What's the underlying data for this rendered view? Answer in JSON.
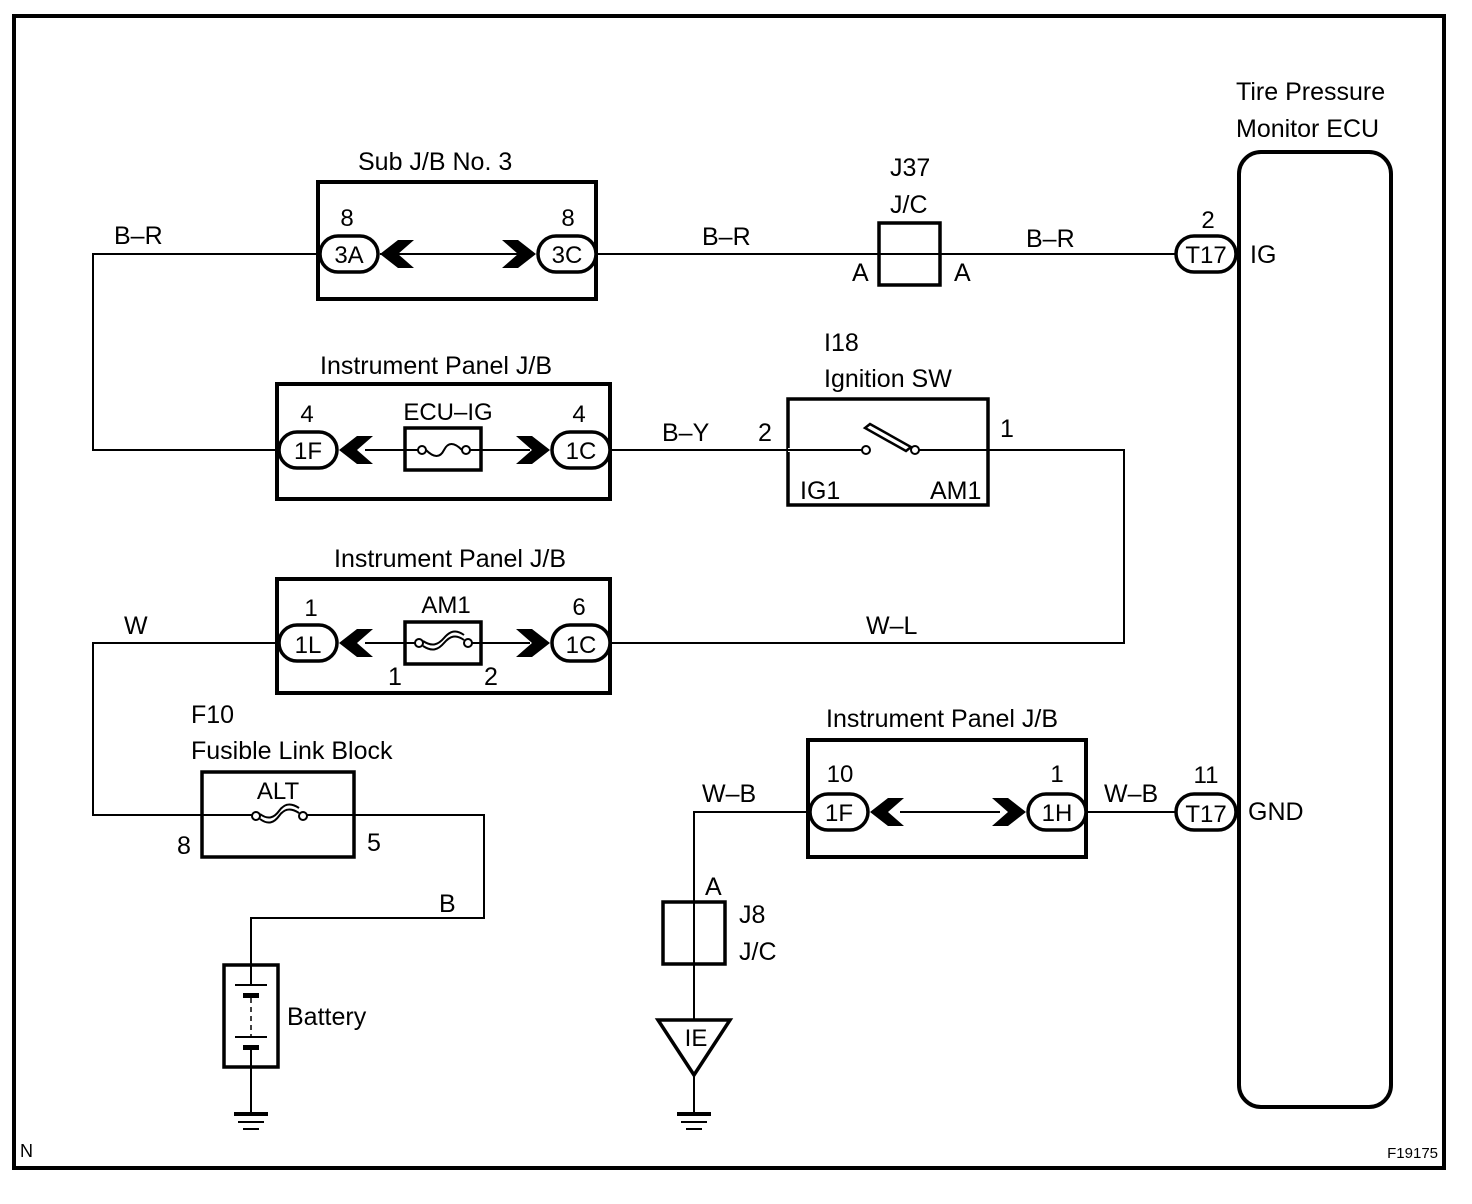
{
  "figure_id": "F19175",
  "corner_mark": "N",
  "components": {
    "sub_jb_3": {
      "title": "Sub J/B No. 3",
      "left": {
        "connector": "3A",
        "pin": "8"
      },
      "right": {
        "connector": "3C",
        "pin": "8"
      }
    },
    "j37": {
      "id": "J37",
      "type": "J/C",
      "left_pin": "A",
      "right_pin": "A"
    },
    "ecu": {
      "title_line1": "Tire Pressure",
      "title_line2": "Monitor ECU",
      "ig": {
        "connector": "T17",
        "pin": "2",
        "label": "IG"
      },
      "gnd": {
        "connector": "T17",
        "pin": "11",
        "label": "GND"
      }
    },
    "ipjb_ecu_ig": {
      "title": "Instrument Panel J/B",
      "fuse": "ECU–IG",
      "left": {
        "connector": "1F",
        "pin": "4"
      },
      "right": {
        "connector": "1C",
        "pin": "4"
      }
    },
    "ignition_sw": {
      "id": "I18",
      "name": "Ignition SW",
      "left_pin": "2",
      "right_pin": "1",
      "left_terminal": "IG1",
      "right_terminal": "AM1"
    },
    "ipjb_am1": {
      "title": "Instrument Panel J/B",
      "fuse": "AM1",
      "fuse_pin_left": "1",
      "fuse_pin_right": "2",
      "left": {
        "connector": "1L",
        "pin": "1"
      },
      "right": {
        "connector": "1C",
        "pin": "6"
      }
    },
    "fusible_link": {
      "id": "F10",
      "name": "Fusible Link Block",
      "fuse": "ALT",
      "left_pin": "8",
      "right_pin": "5"
    },
    "battery": {
      "label": "Battery"
    },
    "ipjb_gnd": {
      "title": "Instrument Panel J/B",
      "left": {
        "connector": "1F",
        "pin": "10"
      },
      "right": {
        "connector": "1H",
        "pin": "1"
      }
    },
    "j8": {
      "id": "J8",
      "type": "J/C",
      "pin": "A"
    },
    "ground_point": {
      "label": "IE"
    }
  },
  "wires": {
    "br_left": "B–R",
    "br_mid": "B–R",
    "br_right": "B–R",
    "by": "B–Y",
    "wl": "W–L",
    "w": "W",
    "b": "B",
    "wb_left": "W–B",
    "wb_right": "W–B"
  }
}
